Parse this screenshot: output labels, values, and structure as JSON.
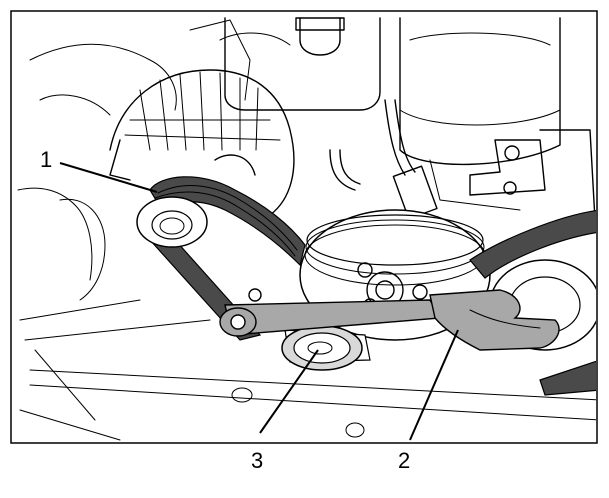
{
  "callouts": [
    {
      "number": "1",
      "target": "drive-belt"
    },
    {
      "number": "2",
      "target": "wrench-tool"
    },
    {
      "number": "3",
      "target": "tensioner-pulley"
    }
  ],
  "colors": {
    "line": "#000000",
    "belt": "#4a4a4a",
    "tool": "#a8a8a8",
    "pulley_shade": "#d9d9d9",
    "background": "#ffffff"
  }
}
